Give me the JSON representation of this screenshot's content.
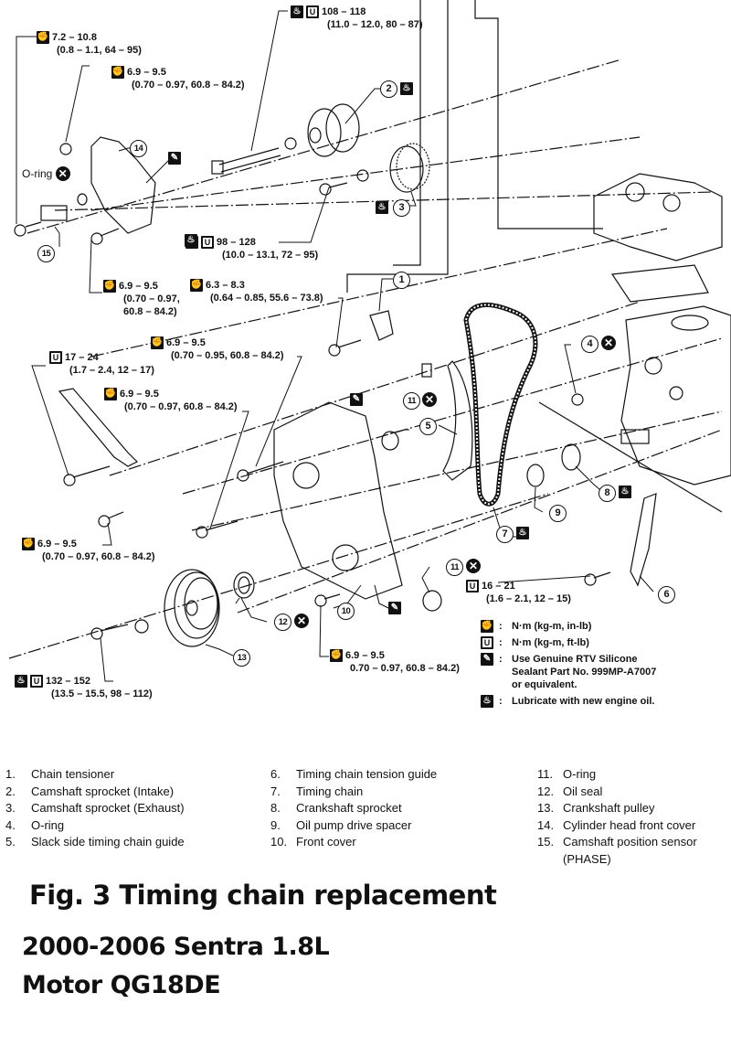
{
  "figure": {
    "title": "Fig. 3  Timing chain replacement",
    "vehicle": "2000-2006 Sentra 1.8L",
    "engine": "Motor QG18DE"
  },
  "icons": {
    "torque_inlb": "torque-wrench-inlb-icon",
    "torque_ftlb": "torque-wrench-ftlb-icon",
    "sealant": "sealant-tube-icon",
    "oil": "oil-can-icon",
    "replace": "do-not-reuse-x-icon"
  },
  "torque_specs": [
    {
      "id": "spec-top-left-bolt",
      "icons": [
        "torque_inlb"
      ],
      "value": "7.2 – 10.8",
      "detail": "(0.8 – 1.1, 64 – 95)"
    },
    {
      "id": "spec-head-cover-nut",
      "icons": [
        "torque_inlb"
      ],
      "value": "6.9 – 9.5",
      "detail": "(0.70 – 0.97, 60.8 – 84.2)"
    },
    {
      "id": "spec-intake-sprocket-bolt",
      "icons": [
        "oil",
        "torque_ftlb"
      ],
      "value": "108 – 118",
      "detail": "(11.0  – 12.0, 80 – 87)"
    },
    {
      "id": "spec-exhaust-sprocket-bolt",
      "icons": [
        "oil",
        "torque_ftlb"
      ],
      "value": "98 – 128",
      "detail": "(10.0 – 13.1, 72 – 95)"
    },
    {
      "id": "spec-head-cover-lower-bolt",
      "icons": [
        "torque_inlb"
      ],
      "value": "6.9 – 9.5",
      "detail": "(0.70 – 0.97,",
      "detail2": "60.8 – 84.2)"
    },
    {
      "id": "spec-tensioner-bolt",
      "icons": [
        "torque_inlb"
      ],
      "value": "6.3 – 8.3",
      "detail": "(0.64 – 0.85, 55.6 – 73.8)"
    },
    {
      "id": "spec-bracket-bolt",
      "icons": [
        "torque_ftlb"
      ],
      "value": "17 – 24",
      "detail": "(1.7 – 2.4, 12 – 17)"
    },
    {
      "id": "spec-front-cover-upper-bolt",
      "icons": [
        "torque_inlb"
      ],
      "value": "6.9 – 9.5",
      "detail": "(0.70 – 0.95, 60.8 – 84.2)"
    },
    {
      "id": "spec-front-cover-mid-bolt",
      "icons": [
        "torque_inlb"
      ],
      "value": "6.9 – 9.5",
      "detail": "(0.70 – 0.97, 60.8 – 84.2)"
    },
    {
      "id": "spec-front-cover-left-bolt",
      "icons": [
        "torque_inlb"
      ],
      "value": "6.9 – 9.5",
      "detail": "(0.70 – 0.97, 60.8 – 84.2)"
    },
    {
      "id": "spec-tension-guide-bolt",
      "icons": [
        "torque_ftlb"
      ],
      "value": "16 – 21",
      "detail": "(1.6 – 2.1, 12 – 15)"
    },
    {
      "id": "spec-front-cover-lower-bolt",
      "icons": [
        "torque_inlb"
      ],
      "value": "6.9 – 9.5",
      "detail": "0.70 – 0.97, 60.8 – 84.2)"
    },
    {
      "id": "spec-crank-pulley-bolt",
      "icons": [
        "oil",
        "torque_ftlb"
      ],
      "value": "132 – 152",
      "detail": "(13.5 – 15.5, 98 – 112)"
    }
  ],
  "diagram_labels": {
    "oring": "O-ring"
  },
  "callouts": [
    "1",
    "2",
    "3",
    "4",
    "5",
    "6",
    "7",
    "8",
    "9",
    "10",
    "11",
    "11",
    "12",
    "13",
    "14",
    "15"
  ],
  "legend": [
    {
      "icon": "torque_inlb",
      "text": "N·m (kg-m, in-lb)"
    },
    {
      "icon": "torque_ftlb",
      "text": "N·m (kg-m, ft-lb)"
    },
    {
      "icon": "sealant",
      "text": "Use Genuine RTV Silicone",
      "text2": "Sealant Part No. 999MP-A7007",
      "text3": "or equivalent."
    },
    {
      "icon": "oil",
      "text": "Lubricate with new engine oil."
    }
  ],
  "parts": [
    {
      "num": "1.",
      "name": "Chain tensioner"
    },
    {
      "num": "2.",
      "name": "Camshaft sprocket (Intake)"
    },
    {
      "num": "3.",
      "name": "Camshaft sprocket (Exhaust)"
    },
    {
      "num": "4.",
      "name": "O-ring"
    },
    {
      "num": "5.",
      "name": "Slack side timing chain guide"
    },
    {
      "num": "6.",
      "name": "Timing chain tension guide"
    },
    {
      "num": "7.",
      "name": "Timing chain"
    },
    {
      "num": "8.",
      "name": "Crankshaft sprocket"
    },
    {
      "num": "9.",
      "name": "Oil pump drive spacer"
    },
    {
      "num": "10.",
      "name": "Front cover"
    },
    {
      "num": "11.",
      "name": "O-ring"
    },
    {
      "num": "12.",
      "name": "Oil seal"
    },
    {
      "num": "13.",
      "name": "Crankshaft pulley"
    },
    {
      "num": "14.",
      "name": "Cylinder head front cover"
    },
    {
      "num": "15.",
      "name": "Camshaft position sensor",
      "name2": "(PHASE)"
    }
  ]
}
